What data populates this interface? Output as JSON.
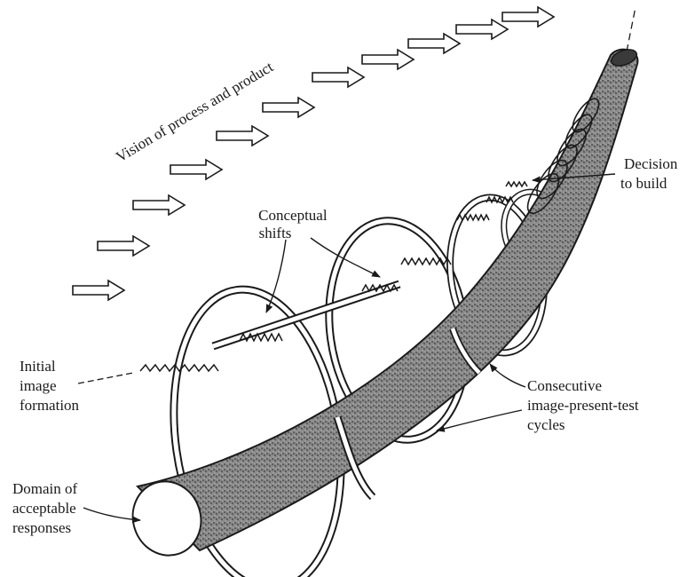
{
  "diagram": {
    "labels": {
      "vision": "Vision of process and product",
      "conceptual_line1": "Conceptual",
      "conceptual_line2": "shifts",
      "decision_line1": "Decision",
      "decision_line2": "to build",
      "initial_line1": "Initial",
      "initial_line2": "image",
      "initial_line3": "formation",
      "consecutive_line1": "Consecutive",
      "consecutive_line2": "image-present-test",
      "consecutive_line3": "cycles",
      "domain_line1": "Domain of",
      "domain_line2": "acceptable",
      "domain_line3": "responses"
    },
    "colors": {
      "ink": "#1a1a1a",
      "tube_texture": "#6b6b6b",
      "paper": "#ffffff"
    },
    "icons": [
      "hollow-arrow-icon",
      "zigzag-shift-icon",
      "helix-ring-icon",
      "tube-icon"
    ]
  }
}
